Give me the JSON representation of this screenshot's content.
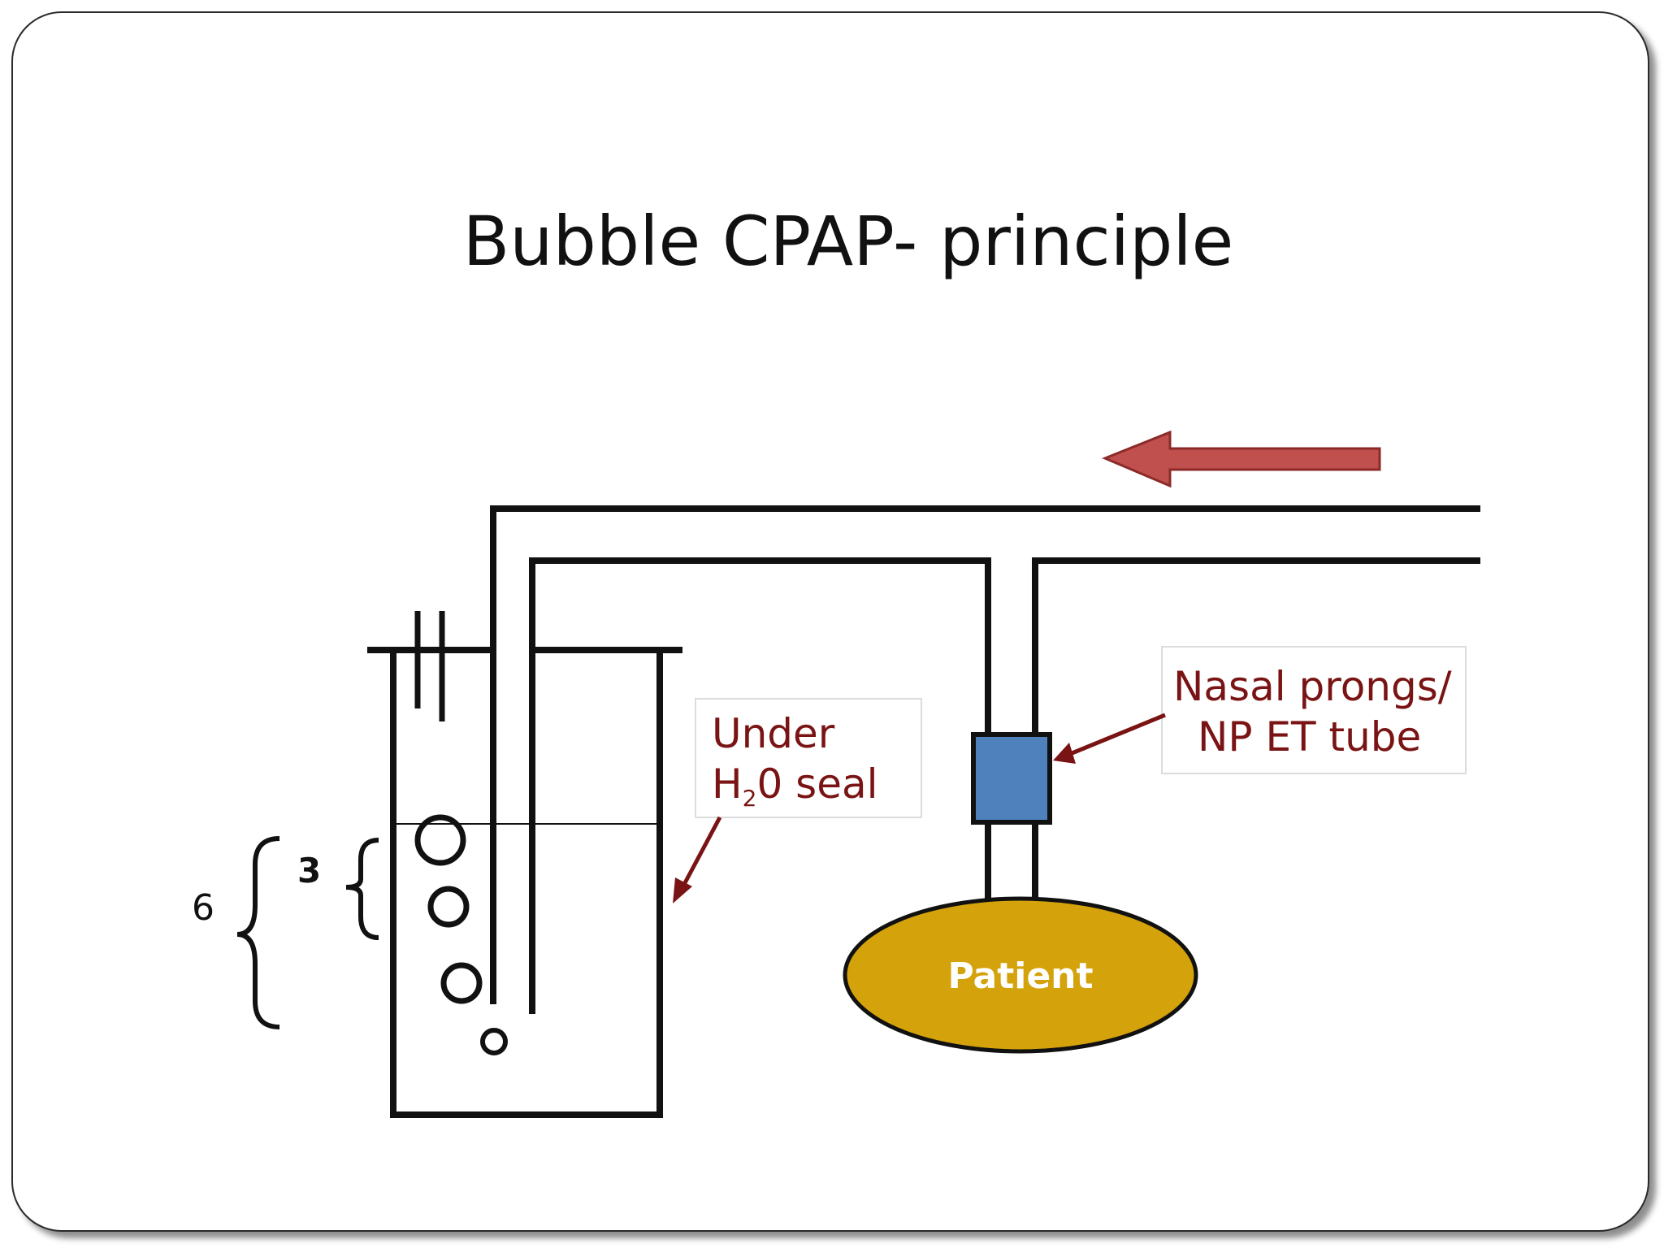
{
  "title": "Bubble CPAP- principle",
  "labels": {
    "water_seal_line1": "Under",
    "water_seal_h": "H",
    "water_seal_sub": "2",
    "water_seal_rest": "0 seal",
    "nasal_line1": "Nasal prongs/",
    "nasal_line2": "NP ET tube",
    "patient": "Patient",
    "depth_inner": "3",
    "depth_outer": "6"
  },
  "colors": {
    "flow_arrow": "#c0504d",
    "interface_box": "#4f81bd",
    "patient": "#d4a20a",
    "callout_text": "#7a1414"
  },
  "icons": {
    "flow": "left-arrow-icon"
  }
}
